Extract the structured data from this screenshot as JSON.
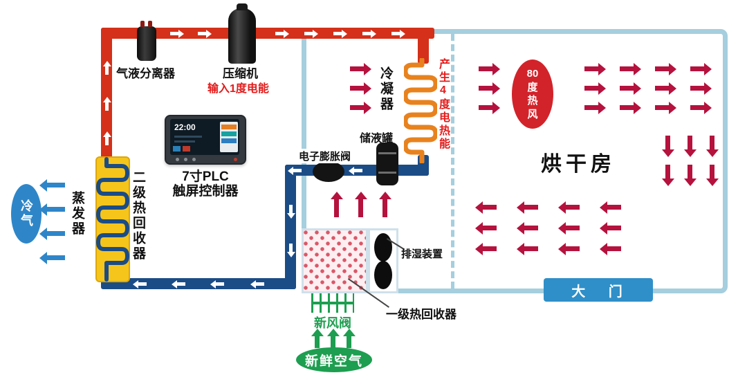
{
  "diagram": {
    "separator": {
      "label": "气液分离器"
    },
    "compressor": {
      "label": "压缩机",
      "power_note": "输入1度电能"
    },
    "condenser": {
      "label": "冷凝器",
      "heat_note": "产生4度电热能"
    },
    "tank": {
      "label": "储液罐"
    },
    "valve": {
      "label": "电子膨胀阀"
    },
    "plc": {
      "label_line1": "7寸PLC",
      "label_line2": "触屏控制器",
      "screen_time": "22:00"
    },
    "evaporator": {
      "label": "蒸发器"
    },
    "recovery2": {
      "label": "二级热回收器"
    },
    "cold_air": {
      "label": "冷气"
    },
    "room": {
      "label": "烘干房"
    },
    "hot_air": {
      "lines": [
        "80",
        "度",
        "热",
        "风"
      ]
    },
    "door": {
      "label": "大 门"
    },
    "dehumidifier": {
      "label": "排湿装置"
    },
    "recovery1": {
      "label": "一级热回收器"
    },
    "fresh_valve": {
      "label": "新风阀"
    },
    "fresh_air": {
      "label": "新鲜空气"
    }
  },
  "colors": {
    "hot_pipe": "#d4301a",
    "cold_pipe": "#1b4c86",
    "hot_air_arrow": "#b5123e",
    "cold_air_arrow": "#2e86c8",
    "fresh_air_green": "#1d9e50",
    "room_border": "#a5cede",
    "condenser_coil": "#e8821e",
    "recovery2_box": "#f6c51b",
    "hot_air_ellipse": "#d2232a",
    "door_bg": "#2f8fc8",
    "power_text_red": "#e31b1b"
  }
}
